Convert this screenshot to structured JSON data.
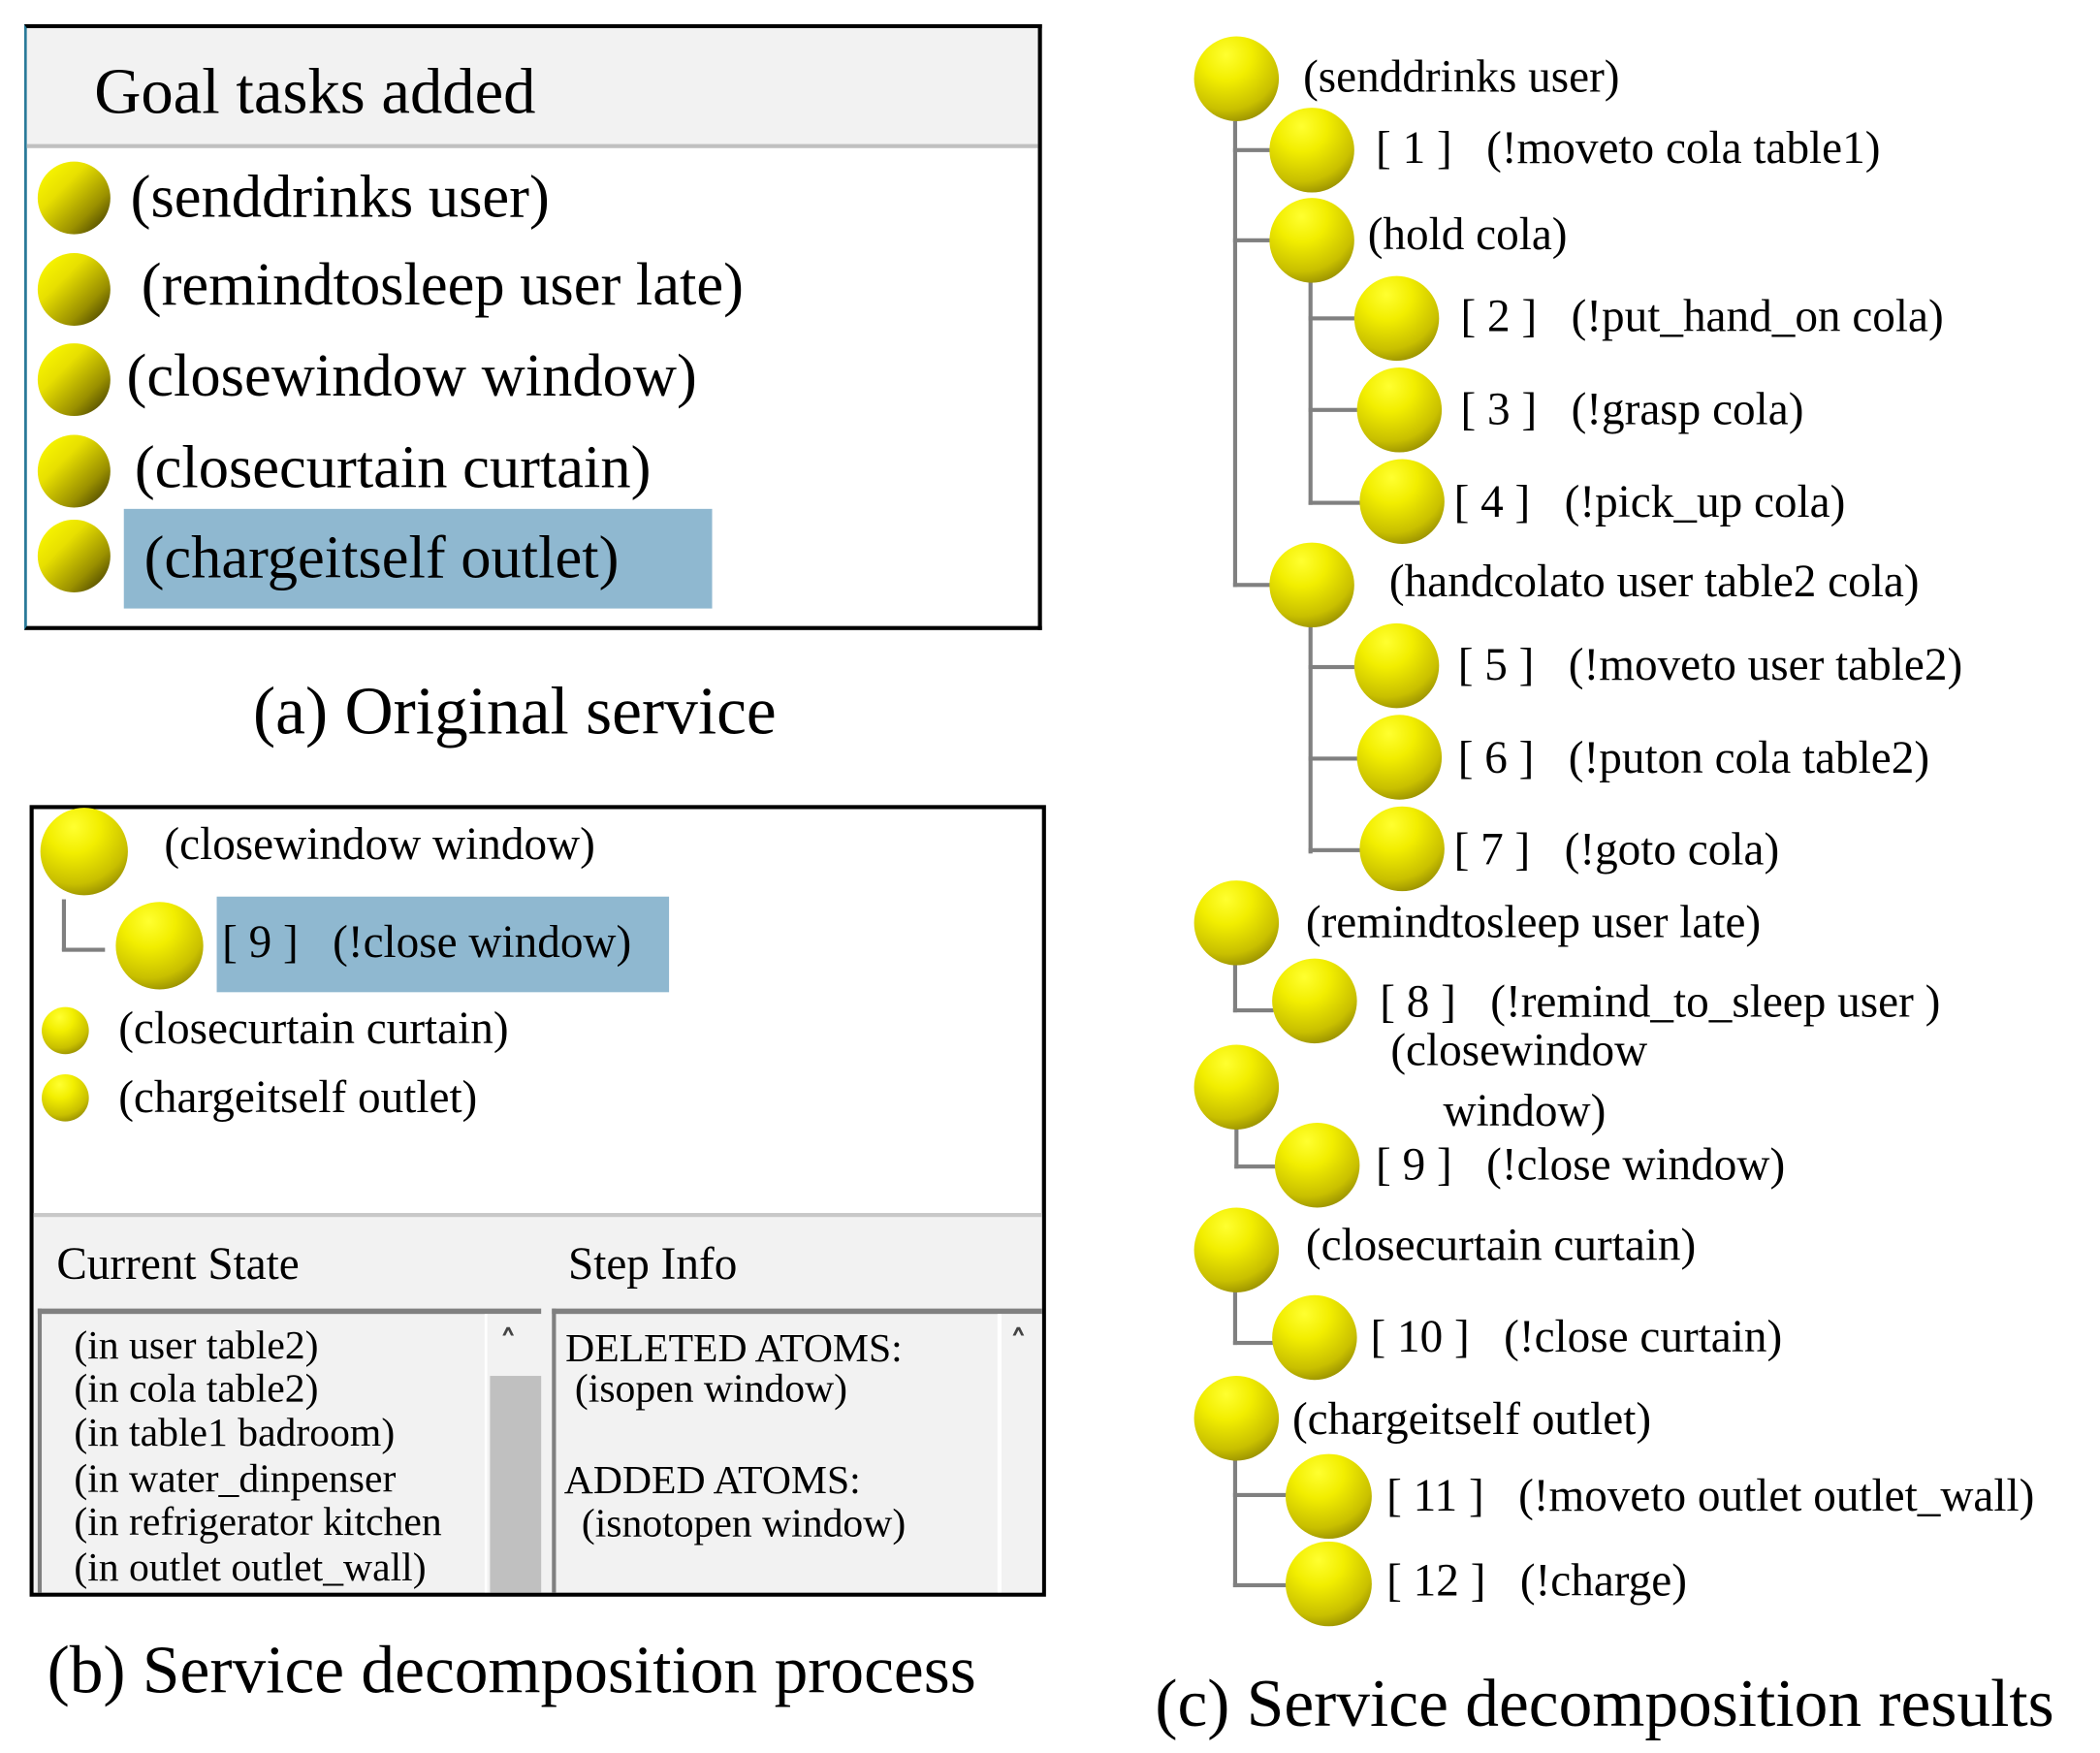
{
  "panel_a": {
    "header": "Goal tasks added",
    "items": [
      "(senddrinks user)",
      "(remindtosleep user late)",
      "(closewindow window)",
      "(closecurtain curtain)",
      "(chargeitself outlet)"
    ],
    "selected_index": 4,
    "caption": "(a) Original service"
  },
  "panel_b": {
    "tree": {
      "root": "(closewindow window)",
      "child": "[ 9 ]   (!close window)",
      "others": [
        "(closecurtain curtain)",
        "(chargeitself outlet)"
      ]
    },
    "current_state": {
      "title": "Current State",
      "lines": [
        "(in user table2)",
        "(in cola table2)",
        "(in table1 badroom)",
        "(in water_dinpenser",
        "(in refrigerator kitchen",
        "(in outlet outlet_wall)"
      ]
    },
    "step_info": {
      "title": "Step Info",
      "deleted_label": "DELETED ATOMS:",
      "deleted": "(isopen window)",
      "added_label": "ADDED ATOMS:",
      "added": "(isnotopen window)"
    },
    "caption": "(b) Service decomposition process"
  },
  "panel_c": {
    "nodes": {
      "senddrinks": "(senddrinks user)",
      "s1": "[ 1 ]   (!moveto cola table1)",
      "hold": "(hold cola)",
      "s2": "[ 2 ]   (!put_hand_on cola)",
      "s3": "[ 3 ]   (!grasp cola)",
      "s4": "[ 4 ]   (!pick_up cola)",
      "handcola": "(handcolato user table2 cola)",
      "s5": "[ 5 ]   (!moveto user table2)",
      "s6": "[ 6 ]   (!puton cola table2)",
      "s7": "[ 7 ]   (!goto cola)",
      "remind": "(remindtosleep user late)",
      "s8": "[ 8 ]   (!remind_to_sleep user )",
      "closewindow_1": "(closewindow",
      "closewindow_2": "window)",
      "s9": "[ 9 ]   (!close window)",
      "closecurtain": "(closecurtain curtain)",
      "s10": "[ 10 ]   (!close curtain)",
      "charge": "(chargeitself outlet)",
      "s11": "[ 11 ]   (!moveto outlet outlet_wall)",
      "s12": "[ 12 ]   (!charge)"
    },
    "caption": "(c) Service decomposition results"
  },
  "colors": {
    "highlight": "#8fb8d0",
    "header_bg": "#f2f2f2",
    "tree_line": "#808080",
    "node": "#f2ee00"
  },
  "icons": {
    "node": "yellow-sphere-icon",
    "scroll_up": "chevron-up-icon"
  }
}
